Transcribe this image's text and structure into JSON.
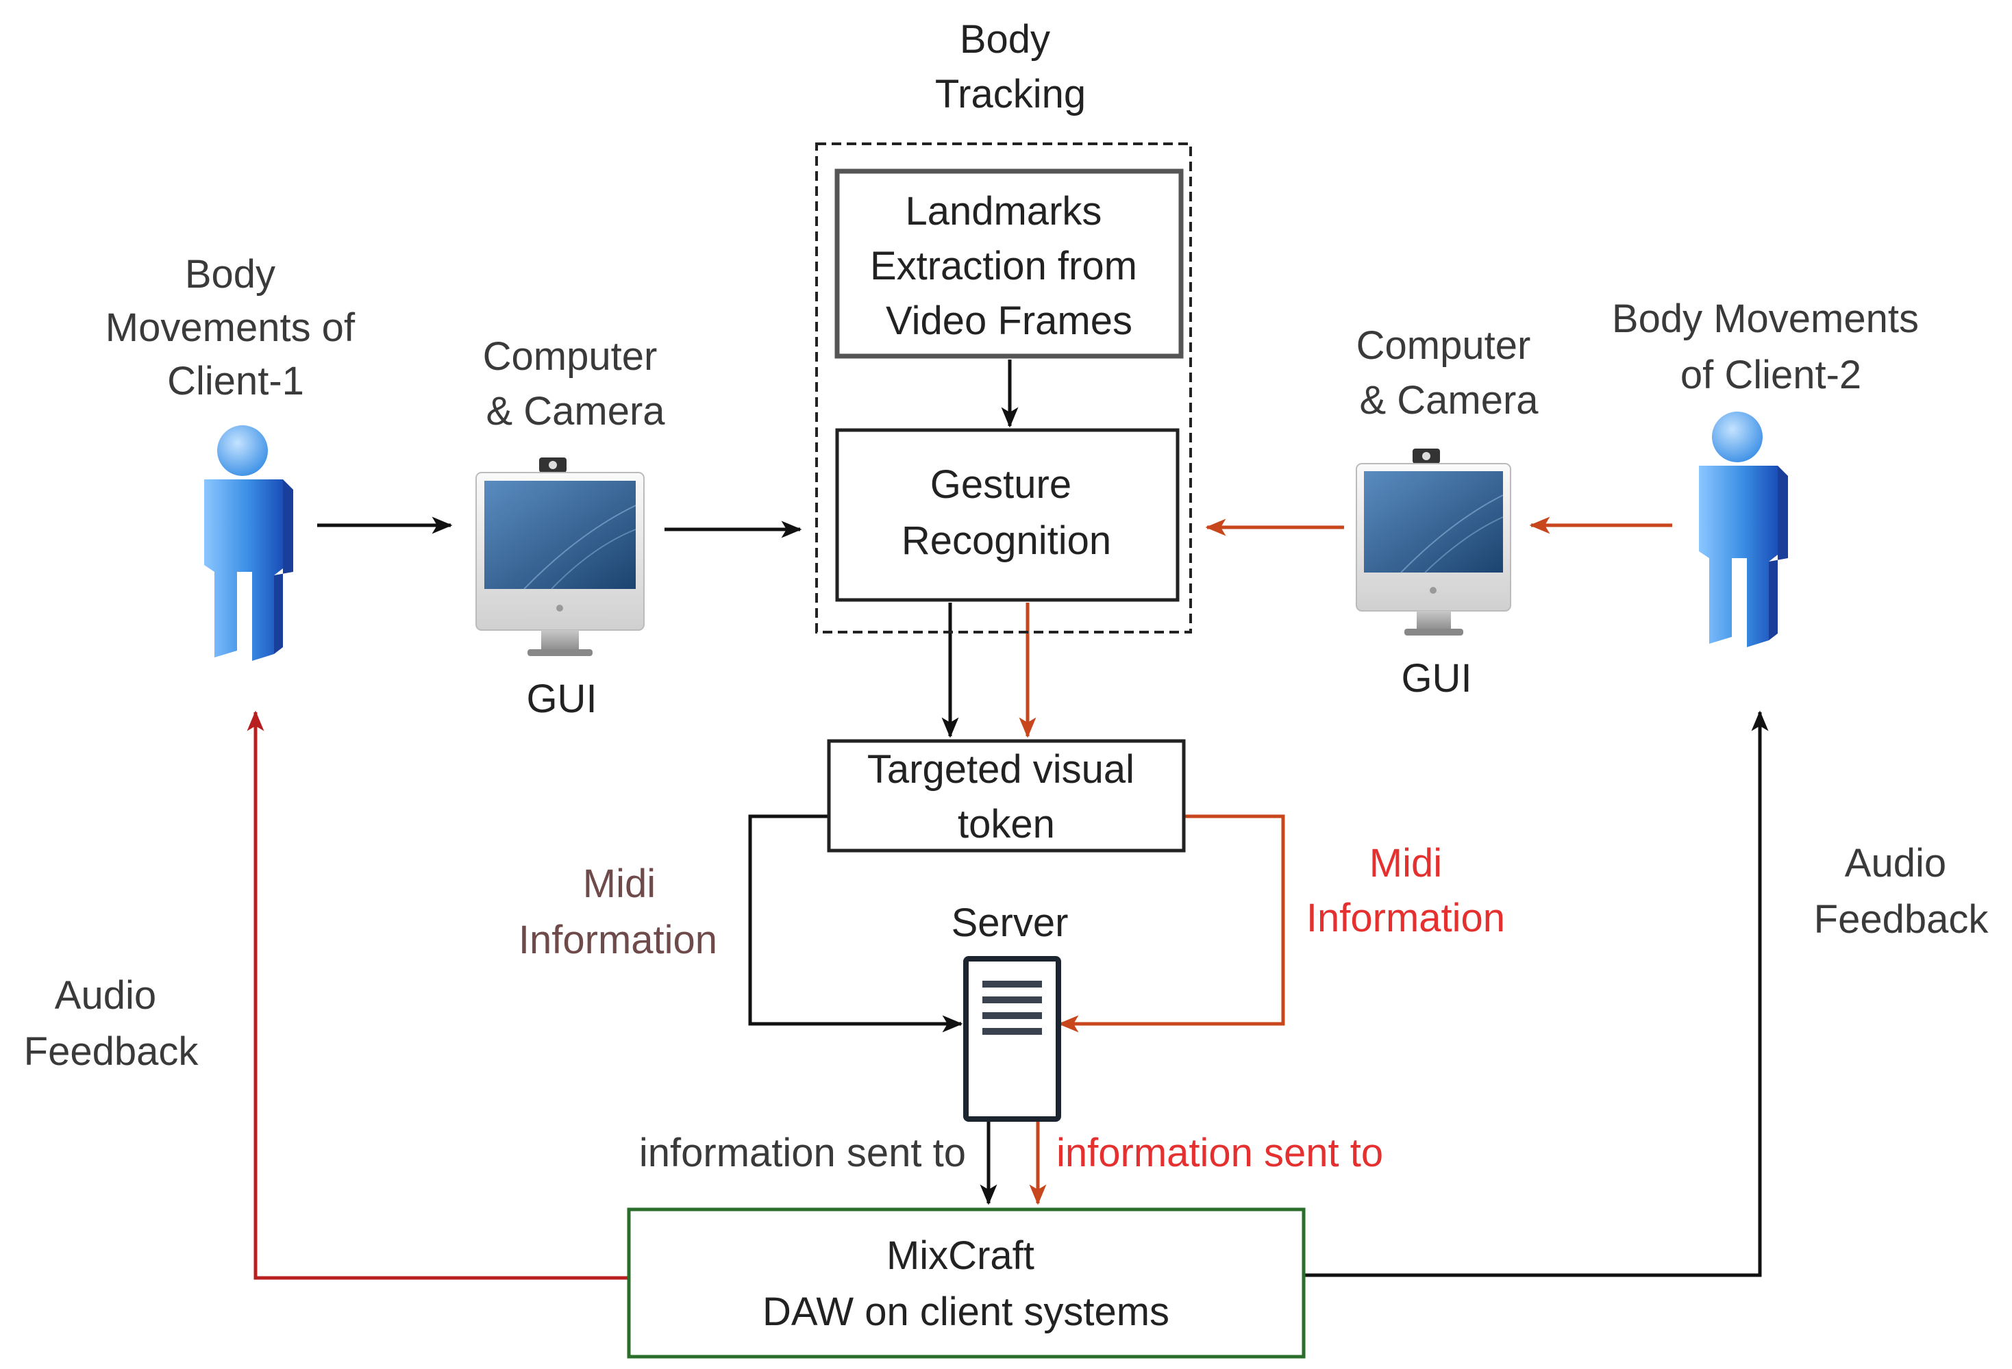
{
  "nodes": {
    "body_tracking": {
      "lines": [
        "Body",
        "Tracking"
      ]
    },
    "landmarks": {
      "lines": [
        "Landmarks",
        "Extraction from",
        "Video Frames"
      ]
    },
    "gesture": {
      "lines": [
        "Gesture",
        "Recognition"
      ]
    },
    "client1": {
      "lines": [
        "Body",
        "Movements of",
        "Client-1"
      ]
    },
    "client2": {
      "lines": [
        "Body Movements",
        "of Client-2"
      ]
    },
    "computer_left": {
      "lines": [
        "Computer",
        "& Camera"
      ]
    },
    "computer_right": {
      "lines": [
        "Computer",
        "& Camera"
      ]
    },
    "gui_left": {
      "lines": [
        "GUI"
      ]
    },
    "gui_right": {
      "lines": [
        "GUI"
      ]
    },
    "token": {
      "lines": [
        "Targeted visual",
        "token"
      ]
    },
    "server": {
      "lines": [
        "Server"
      ]
    },
    "mixcraft": {
      "lines": [
        "MixCraft",
        "DAW on client systems"
      ]
    }
  },
  "edge_labels": {
    "midi_left": {
      "lines": [
        "Midi",
        "Information"
      ]
    },
    "midi_right": {
      "lines": [
        "Midi",
        "Information"
      ]
    },
    "audio_left": {
      "lines": [
        "Audio",
        "Feedback"
      ]
    },
    "audio_right": {
      "lines": [
        "Audio",
        "Feedback"
      ]
    },
    "sent_left": {
      "lines": [
        "information sent to"
      ]
    },
    "sent_right": {
      "lines": [
        "information sent to"
      ]
    }
  },
  "colors": {
    "client1_path": "#111111",
    "client2_path": "#c8461c",
    "audio_feedback_left": "#b81f1f",
    "mixcraft_border": "#2b6e2b",
    "person_icon": "#3b8fe6",
    "monitor_screen": "#2b5e94"
  },
  "icons": {
    "person": "person-icon",
    "computer": "computer-camera-icon",
    "server": "server-icon"
  },
  "edges": [
    {
      "from": "client1",
      "to": "computer_left",
      "color": "#111111"
    },
    {
      "from": "computer_left",
      "to": "gesture",
      "color": "#111111"
    },
    {
      "from": "landmarks",
      "to": "gesture",
      "color": "#111111"
    },
    {
      "from": "client2",
      "to": "computer_right",
      "color": "#c8461c"
    },
    {
      "from": "computer_right",
      "to": "gesture",
      "color": "#c8461c"
    },
    {
      "from": "gesture",
      "to": "token",
      "color": "#111111"
    },
    {
      "from": "gesture",
      "to": "token",
      "color": "#c8461c"
    },
    {
      "from": "token",
      "to": "server",
      "color": "#111111",
      "label": "midi_left"
    },
    {
      "from": "token",
      "to": "server",
      "color": "#c8461c",
      "label": "midi_right"
    },
    {
      "from": "server",
      "to": "mixcraft",
      "color": "#111111",
      "label": "sent_left"
    },
    {
      "from": "server",
      "to": "mixcraft",
      "color": "#c8461c",
      "label": "sent_right"
    },
    {
      "from": "mixcraft",
      "to": "client1",
      "color": "#b81f1f",
      "label": "audio_left"
    },
    {
      "from": "mixcraft",
      "to": "client2",
      "color": "#111111",
      "label": "audio_right"
    }
  ]
}
